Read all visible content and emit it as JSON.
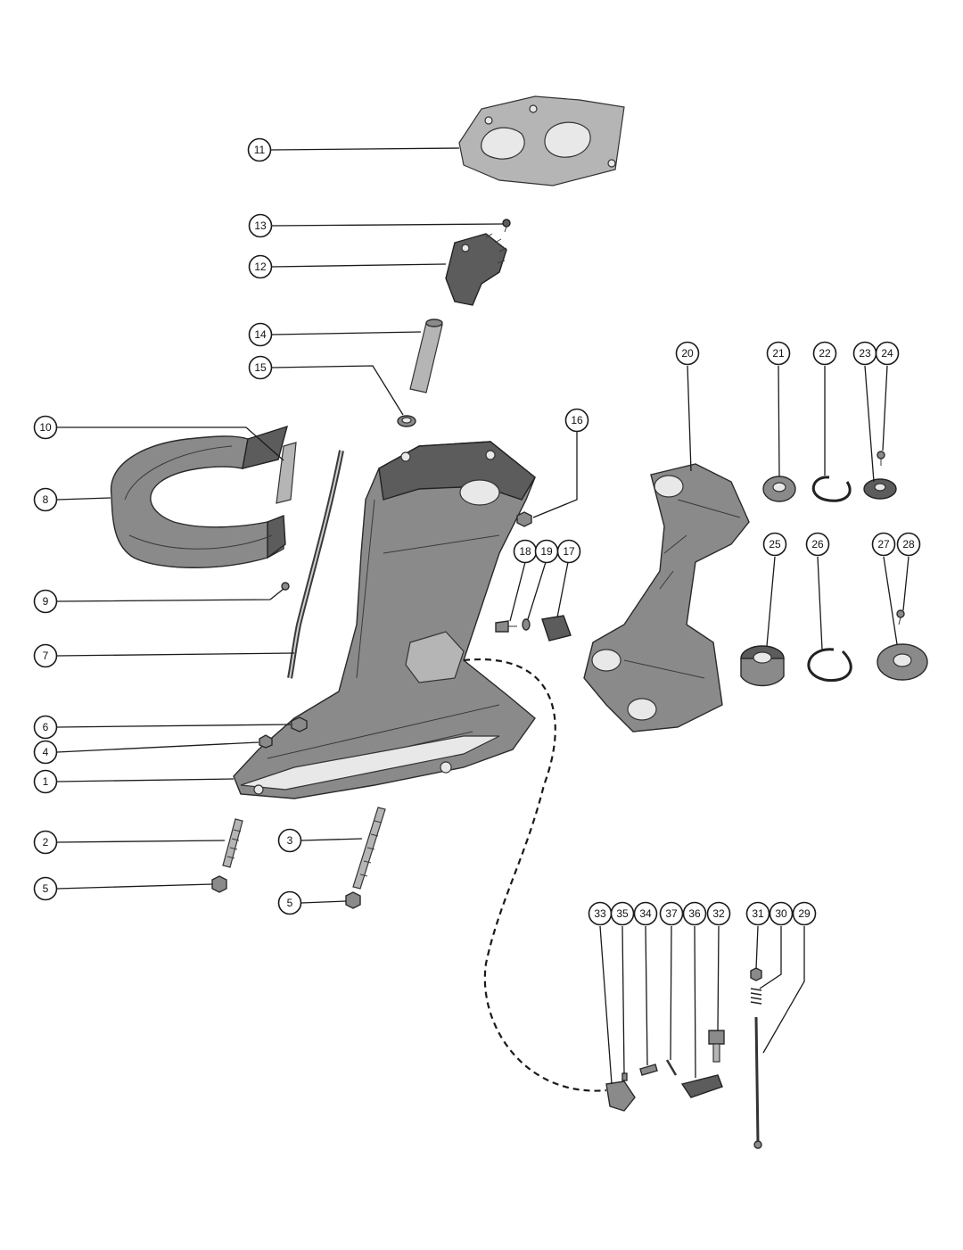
{
  "callouts": [
    {
      "id": "c11",
      "label": "11"
    },
    {
      "id": "c13",
      "label": "13"
    },
    {
      "id": "c12",
      "label": "12"
    },
    {
      "id": "c14",
      "label": "14"
    },
    {
      "id": "c15",
      "label": "15"
    },
    {
      "id": "c10",
      "label": "10"
    },
    {
      "id": "c8",
      "label": "8"
    },
    {
      "id": "c9",
      "label": "9"
    },
    {
      "id": "c7",
      "label": "7"
    },
    {
      "id": "c6",
      "label": "6"
    },
    {
      "id": "c4",
      "label": "4"
    },
    {
      "id": "c1",
      "label": "1"
    },
    {
      "id": "c2",
      "label": "2"
    },
    {
      "id": "c3",
      "label": "3"
    },
    {
      "id": "c5a",
      "label": "5"
    },
    {
      "id": "c5b",
      "label": "5"
    },
    {
      "id": "c16",
      "label": "16"
    },
    {
      "id": "c18",
      "label": "18"
    },
    {
      "id": "c19",
      "label": "19"
    },
    {
      "id": "c17",
      "label": "17"
    },
    {
      "id": "c20",
      "label": "20"
    },
    {
      "id": "c21",
      "label": "21"
    },
    {
      "id": "c22",
      "label": "22"
    },
    {
      "id": "c23",
      "label": "23"
    },
    {
      "id": "c24",
      "label": "24"
    },
    {
      "id": "c25",
      "label": "25"
    },
    {
      "id": "c26",
      "label": "26"
    },
    {
      "id": "c27",
      "label": "27"
    },
    {
      "id": "c28",
      "label": "28"
    },
    {
      "id": "c33",
      "label": "33"
    },
    {
      "id": "c35",
      "label": "35"
    },
    {
      "id": "c34",
      "label": "34"
    },
    {
      "id": "c37",
      "label": "37"
    },
    {
      "id": "c36",
      "label": "36"
    },
    {
      "id": "c32",
      "label": "32"
    },
    {
      "id": "c31",
      "label": "31"
    },
    {
      "id": "c30",
      "label": "30"
    },
    {
      "id": "c29",
      "label": "29"
    }
  ]
}
